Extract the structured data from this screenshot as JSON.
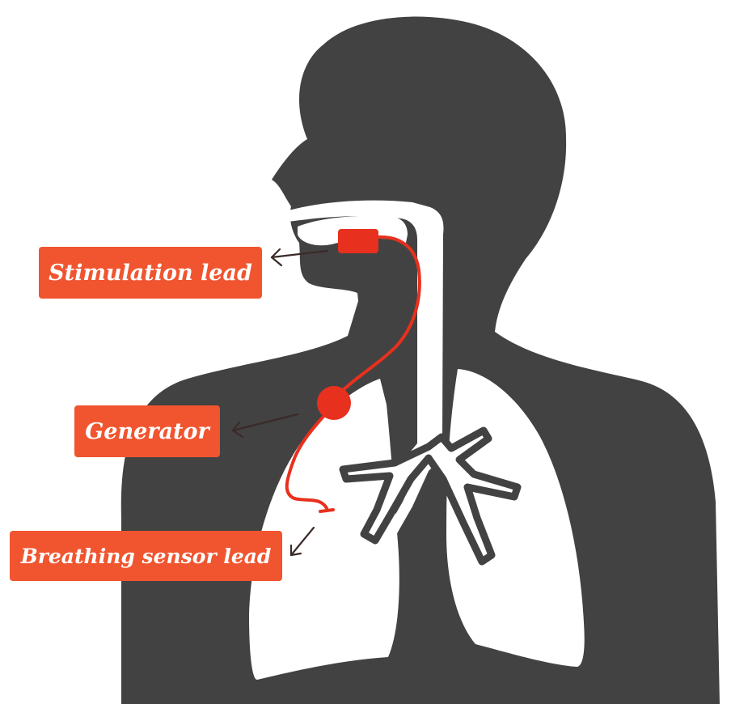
{
  "colors": {
    "silhouette": "#424242",
    "background": "#ffffff",
    "device": "#e8301e",
    "callout_fill": "#f0552f",
    "callout_text": "#ffffff",
    "arrow": "#3a2a28"
  },
  "labels": {
    "stimulation_lead": "Stimulation lead",
    "generator": "Generator",
    "breathing_sensor_lead": "Breathing sensor lead"
  }
}
